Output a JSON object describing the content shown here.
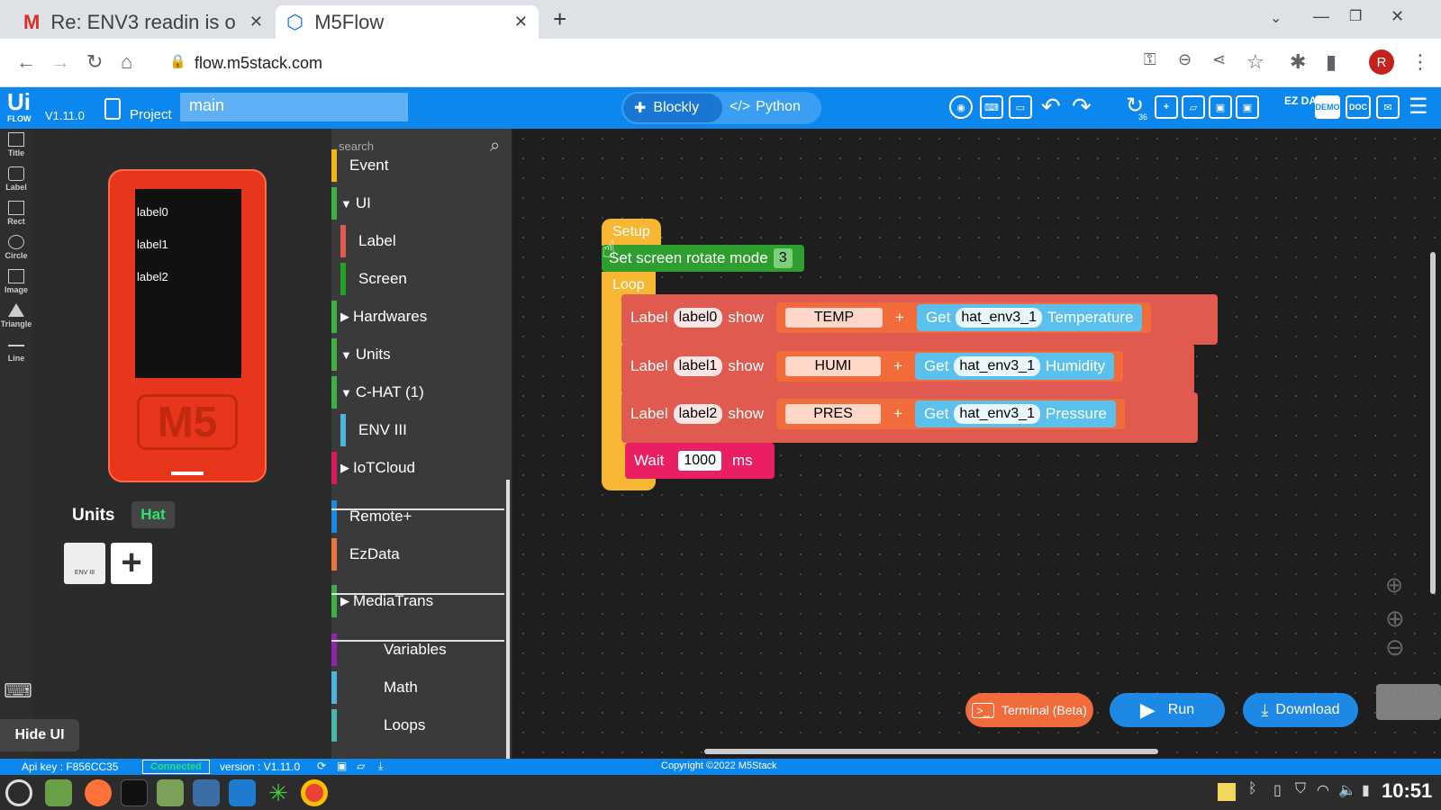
{
  "browser": {
    "tabs": [
      {
        "label": "Re: ENV3 readin is o"
      },
      {
        "label": "M5Flow"
      }
    ],
    "url": "flow.m5stack.com",
    "avatar": "R"
  },
  "app": {
    "logo": "Ui FLOW",
    "version": "V1.11.0",
    "project_label": "Project",
    "project_name": "main",
    "modes": {
      "blockly": "Blockly",
      "python": "Python"
    },
    "history_count": "36",
    "toolbar_text": {
      "ez": "EZ DATA",
      "demo": "DEMO",
      "doc": "DOC"
    }
  },
  "tools": [
    "Title",
    "Label",
    "Rect",
    "Circle",
    "Image",
    "Triangle",
    "Line"
  ],
  "device": {
    "labels": [
      "label0",
      "label1",
      "label2"
    ],
    "logo": "M5"
  },
  "units": {
    "heading": "Units",
    "hat_label": "Hat",
    "env_icon_label": "ENV III"
  },
  "hide_ui": "Hide UI",
  "search": {
    "placeholder": "search"
  },
  "categories": [
    {
      "label": "Event",
      "color": "#f5b31b",
      "arrow": ""
    },
    {
      "label": "UI",
      "color": "#3cb043",
      "arrow": "▼"
    },
    {
      "label": "Label",
      "color": "#e05a4f",
      "arrow": "",
      "indent": true
    },
    {
      "label": "Screen",
      "color": "#23a223",
      "arrow": "",
      "indent": true
    },
    {
      "label": "Hardwares",
      "color": "#3cb043",
      "arrow": "▶"
    },
    {
      "label": "Units",
      "color": "#3cb043",
      "arrow": "▼"
    },
    {
      "label": "C-HAT (1)",
      "color": "#3cb043",
      "arrow": "▼"
    },
    {
      "label": "ENV III",
      "color": "#4fb3e0",
      "arrow": "",
      "indent": true
    },
    {
      "label": "IoTCloud",
      "color": "#d81b60",
      "arrow": "▶"
    },
    {
      "label": "Remote+",
      "color": "#1e88e5",
      "arrow": ""
    },
    {
      "label": "EzData",
      "color": "#e8773b",
      "arrow": ""
    },
    {
      "label": "MediaTrans",
      "color": "#3cb043",
      "arrow": "▶"
    },
    {
      "label": "Variables",
      "color": "#8e24aa",
      "arrow": ""
    },
    {
      "label": "Math",
      "color": "#4fb3e0",
      "arrow": ""
    },
    {
      "label": "Loops",
      "color": "#4db6ac",
      "arrow": ""
    }
  ],
  "blocks": {
    "setup": "Setup",
    "rotate": {
      "text": "Set screen rotate mode",
      "value": "3"
    },
    "loop": "Loop",
    "rows": [
      {
        "label_kw": "Label",
        "var": "label0",
        "show": "show",
        "string": "TEMP",
        "plus": "+",
        "get": "Get",
        "device": "hat_env3_1",
        "field": "Temperature"
      },
      {
        "label_kw": "Label",
        "var": "label1",
        "show": "show",
        "string": "HUMI",
        "plus": "+",
        "get": "Get",
        "device": "hat_env3_1",
        "field": "Humidity"
      },
      {
        "label_kw": "Label",
        "var": "label2",
        "show": "show",
        "string": "PRES",
        "plus": "+",
        "get": "Get",
        "device": "hat_env3_1",
        "field": "Pressure"
      }
    ],
    "wait": {
      "kw": "Wait",
      "value": "1000",
      "unit": "ms"
    }
  },
  "buttons": {
    "terminal": "Terminal (Beta)",
    "run": "Run",
    "download": "Download"
  },
  "status": {
    "api_key": "Api key : F856CC35",
    "connected": "Connected",
    "version": "version : V1.11.0",
    "copyright": "Copyright ©2022 M5Stack"
  },
  "clock": "10:51"
}
